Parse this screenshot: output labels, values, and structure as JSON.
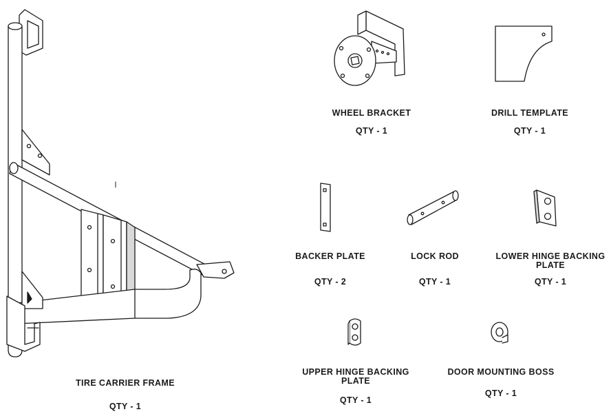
{
  "parts": [
    {
      "id": "tire-carrier-frame",
      "name": "TIRE CARRIER FRAME",
      "qty": "QTY - 1",
      "icon": "tire-carrier-frame-drawing"
    },
    {
      "id": "wheel-bracket",
      "name": "WHEEL BRACKET",
      "qty": "QTY - 1",
      "icon": "wheel-bracket-drawing"
    },
    {
      "id": "drill-template",
      "name": "DRILL TEMPLATE",
      "qty": "QTY - 1",
      "icon": "drill-template-drawing"
    },
    {
      "id": "backer-plate",
      "name": "BACKER PLATE",
      "qty": "QTY - 2",
      "icon": "backer-plate-drawing"
    },
    {
      "id": "lock-rod",
      "name": "LOCK ROD",
      "qty": "QTY - 1",
      "icon": "lock-rod-drawing"
    },
    {
      "id": "lower-hinge-backing-plate",
      "name_line1": "LOWER HINGE BACKING",
      "name_line2": "PLATE",
      "qty": "QTY - 1",
      "icon": "lower-hinge-backing-plate-drawing"
    },
    {
      "id": "upper-hinge-backing-plate",
      "name_line1": "UPPER HINGE BACKING",
      "name_line2": "PLATE",
      "qty": "QTY - 1",
      "icon": "upper-hinge-backing-plate-drawing"
    },
    {
      "id": "door-mounting-boss",
      "name": "DOOR MOUNTING BOSS",
      "qty": "QTY - 1",
      "icon": "door-mounting-boss-drawing"
    }
  ],
  "colors": {
    "line": "#1a1a1a",
    "fill": "#ffffff",
    "shade": "#d9d9d9"
  }
}
